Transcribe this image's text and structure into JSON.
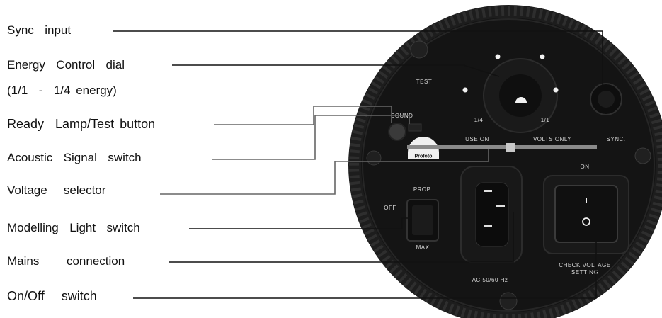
{
  "callouts": [
    {
      "label": "Sync  input"
    },
    {
      "label": "Energy  Control  dial"
    },
    {
      "label": "(1/1  -  1/4 energy)"
    },
    {
      "label": "Ready  Lamp/Test button"
    },
    {
      "label": "Acoustic  Signal  switch"
    },
    {
      "label": "Voltage   selector"
    },
    {
      "label": "Modelling  Light  switch"
    },
    {
      "label": "Mains     connection"
    },
    {
      "label": "On/Off   switch"
    }
  ],
  "panel": {
    "brand": "Profoto",
    "test": "TEST",
    "sound": "SOUND",
    "quarter": "1/4",
    "full": "1/1",
    "use_on": "USE ON",
    "volts_only": "VOLTS ONLY",
    "sync": "SYNC.",
    "prop": "PROP.",
    "on": "ON",
    "off": "OFF",
    "max": "MAX",
    "check_voltage_1": "CHECK VOLTAGE",
    "check_voltage_2": "SETTING",
    "ac_rating": "AC 50/60 Hz"
  },
  "colors": {
    "panel": "#141414",
    "ring": "#1d1d1d",
    "lines": "#111111"
  }
}
